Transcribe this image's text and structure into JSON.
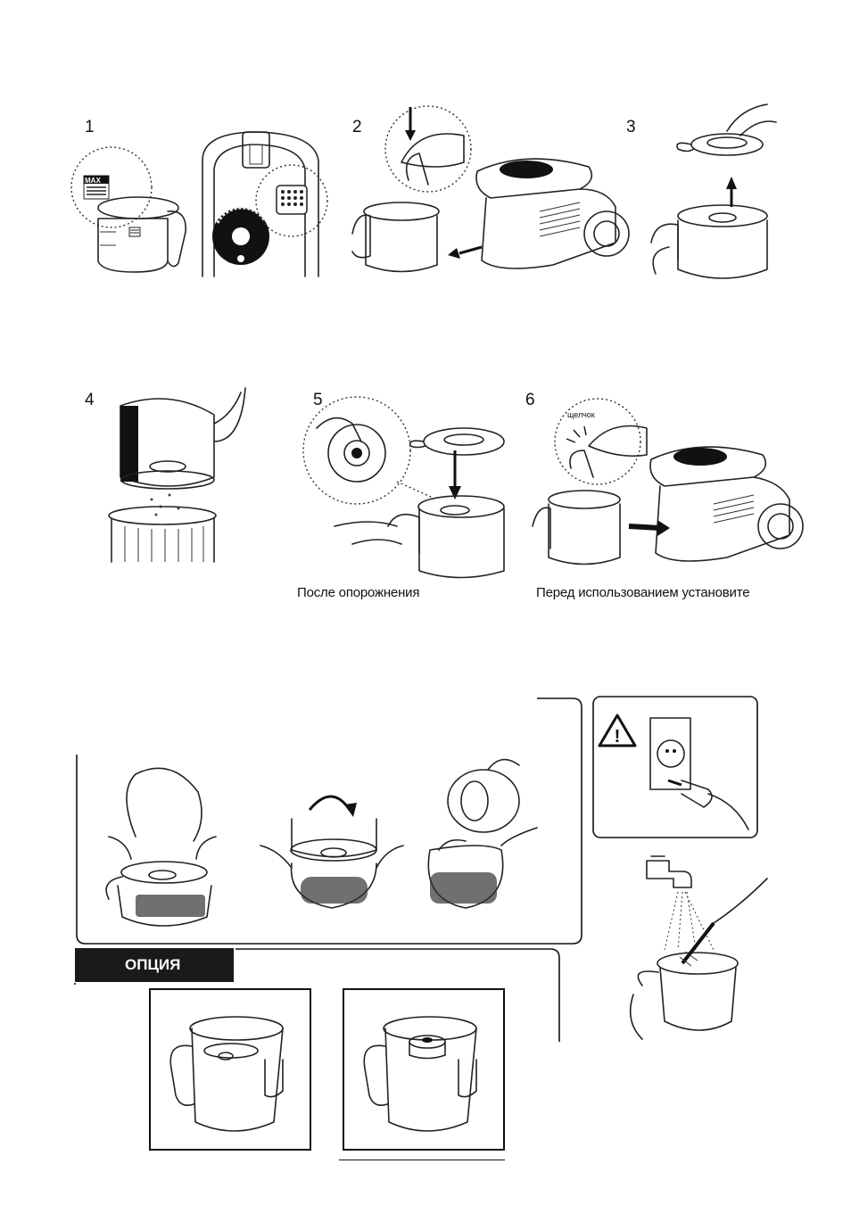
{
  "steps": [
    {
      "number": "1"
    },
    {
      "number": "2"
    },
    {
      "number": "3"
    },
    {
      "number": "4"
    },
    {
      "number": "5"
    },
    {
      "number": "6"
    }
  ],
  "labels": {
    "max_mark": "MAX",
    "click_label": "щелчок"
  },
  "captions": {
    "after_emptying": "После опорожнения",
    "before_use_install": "Перед использованием установите"
  },
  "option_bar": {
    "label": "ОПЦИЯ"
  }
}
